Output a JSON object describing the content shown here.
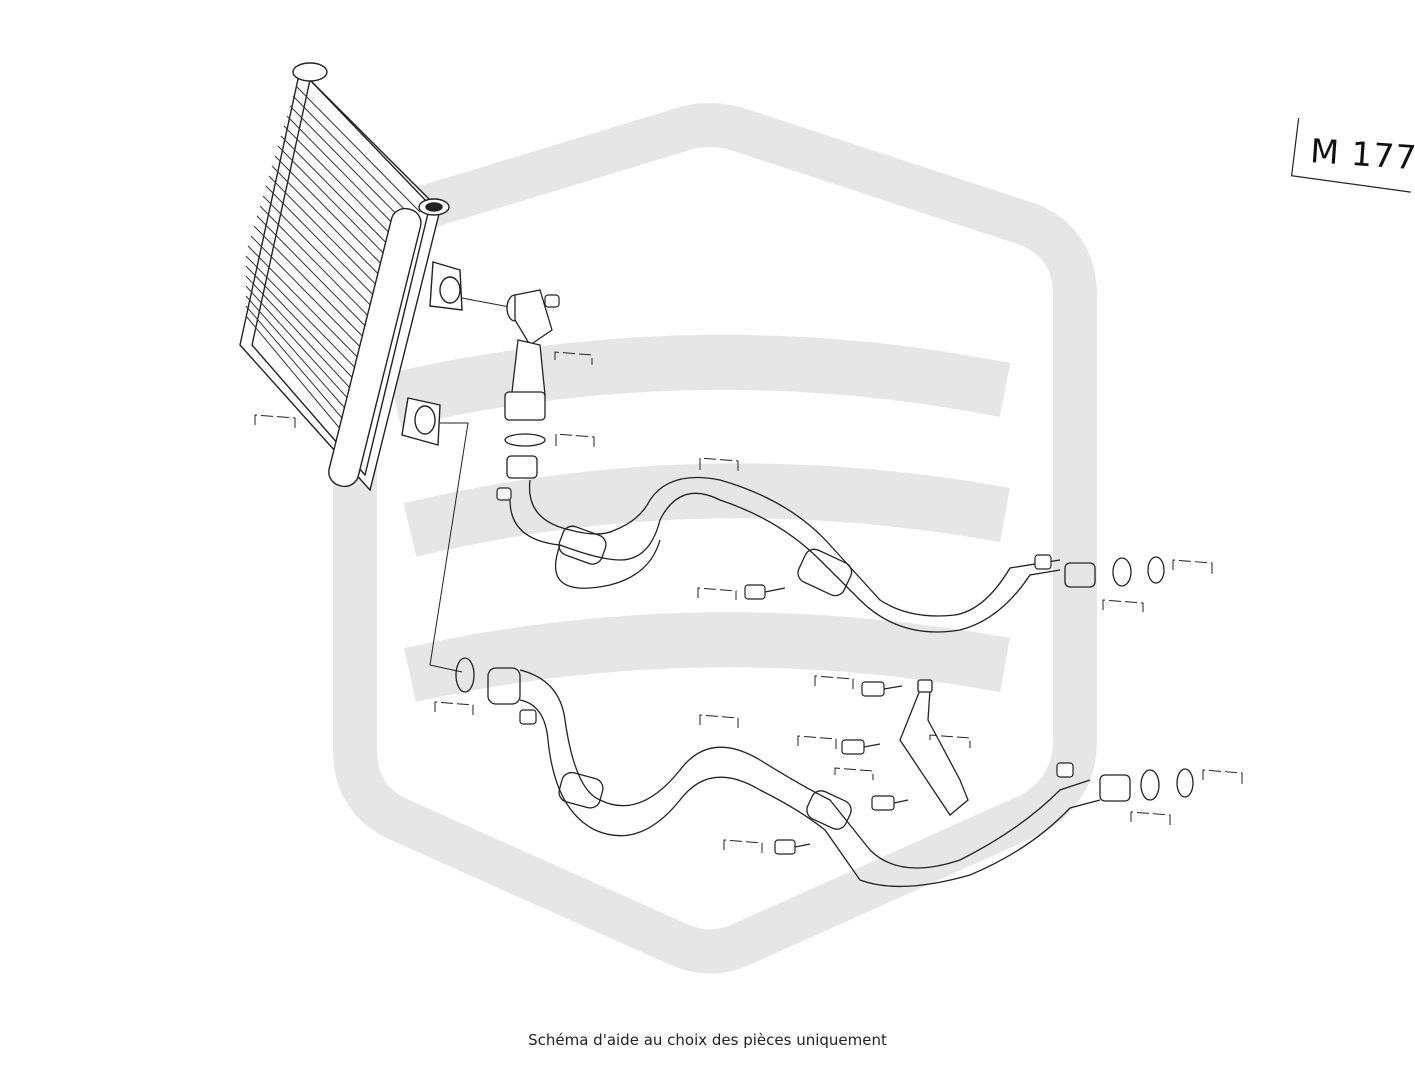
{
  "model_tag": "M 177",
  "footer_note": "Schéma d'aide au choix des pièces uniquement",
  "colors": {
    "line": "#222222",
    "watermark": "#e8e8e8",
    "background": "#ffffff"
  },
  "icons": [
    "watermark-logo",
    "oil-cooler-radiator",
    "hose-upper",
    "hose-lower",
    "mounting-bracket",
    "bolt",
    "seal-ring",
    "connector-fitting"
  ]
}
